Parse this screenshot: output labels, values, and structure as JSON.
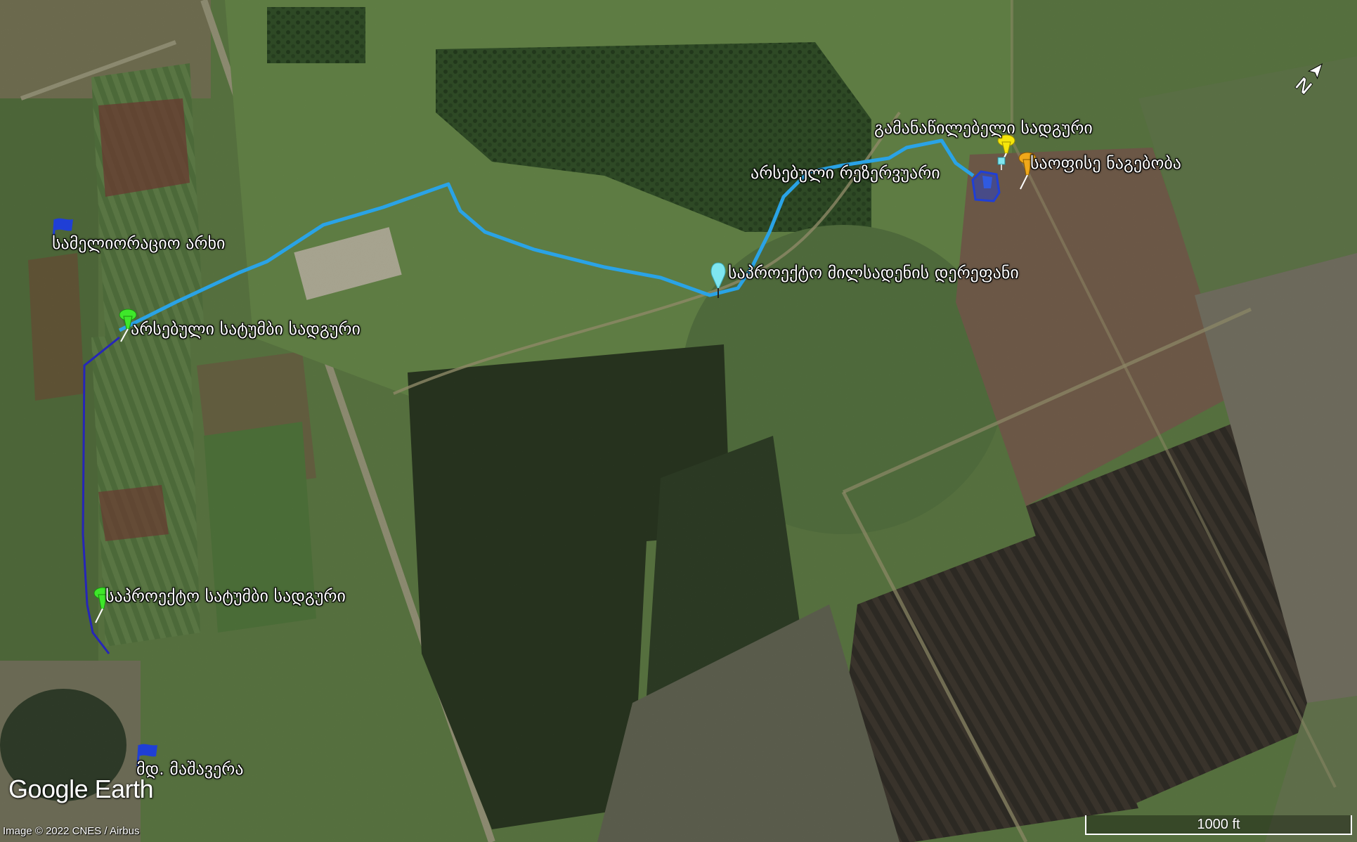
{
  "labels": {
    "distribution_station": "გამანაწილებელი სადგური",
    "existing_reservoir": "არსებული რეზერვუარი",
    "office_building": "საოფისე ნაგებობა",
    "irrigation_canal": "სამელიორაციო არხი",
    "pipeline_route": "საპროექტო მილსადენის დერეფანი",
    "existing_pump_station": "არსებული სატუმბი სადგური",
    "project_pump_station": "საპროექტო სატუმბი სადგური",
    "river": "მდ. მაშავერა"
  },
  "branding": {
    "brand": "Google Earth",
    "credit": "Image © 2022 CNES / Airbus"
  },
  "scale": {
    "label": "1000 ft"
  },
  "compass": {
    "icon": "north-arrow-icon",
    "letter": "N"
  },
  "icons": {
    "green_pin": "pushpin-green-icon",
    "yellow_pin": "pushpin-yellow-icon",
    "orange_pin": "pushpin-orange-icon",
    "blue_polygon": "reservoir-polygon-icon",
    "blue_flag": "flag-blue-icon",
    "cyan_drop": "placemark-cyan-icon"
  },
  "colors": {
    "pipeline_route": "#2aa3e6",
    "intake_line": "#2626b8",
    "green_pin": "#3ee82a",
    "yellow_pin": "#f5e60a",
    "orange_pin": "#f0a81a",
    "blue_marker": "#1f3fd6",
    "cyan_marker": "#7fe6f0"
  }
}
